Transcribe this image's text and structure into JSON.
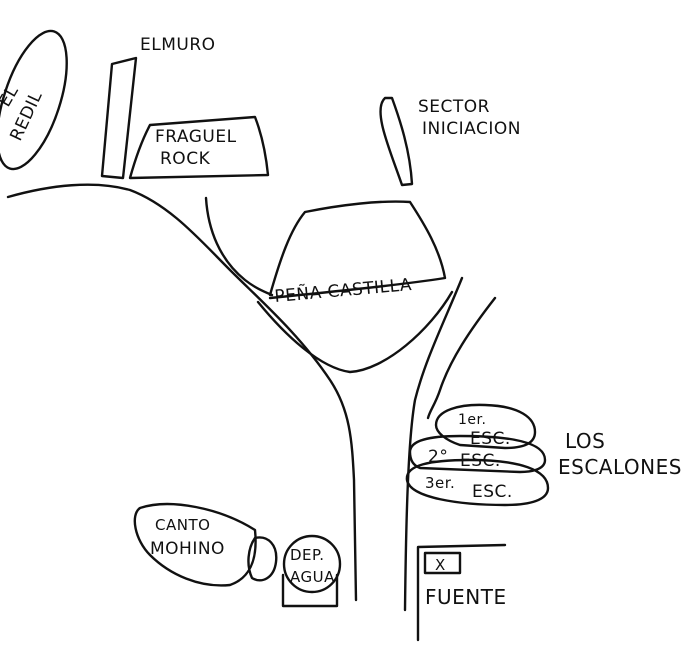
{
  "labels": {
    "el_redil": [
      "EL",
      "REDIL"
    ],
    "el_muro": "ELMURO",
    "fraguel_rock": [
      "FRAGUEL",
      "ROCK"
    ],
    "sector_iniciacion": [
      "SECTOR",
      "INICIACION"
    ],
    "pena_castilla": "PEÑA CASTILLA",
    "escalones": {
      "first": [
        "1er.",
        "ESC."
      ],
      "second": [
        "2°",
        "ESC."
      ],
      "third": [
        "3er.",
        "ESC."
      ],
      "group": [
        "LOS",
        "ESCALONES"
      ]
    },
    "canto_mohino": [
      "CANTO",
      "MOHINO"
    ],
    "deposito_agua": [
      "DEP.",
      "AGUA"
    ],
    "fuente_mark": "X",
    "fuente": "FUENTE"
  }
}
